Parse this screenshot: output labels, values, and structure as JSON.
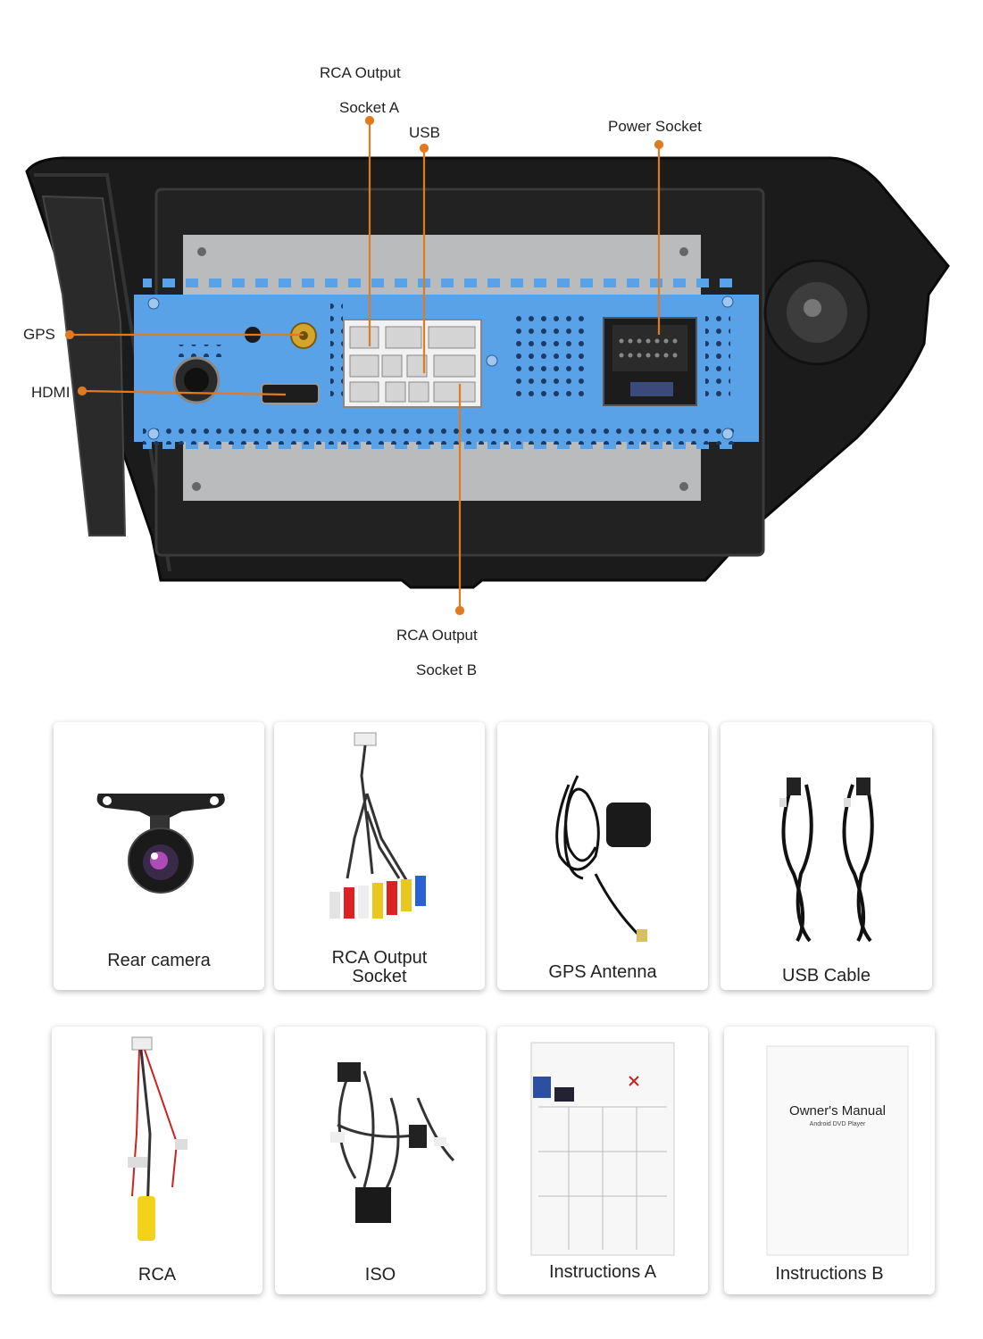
{
  "callouts": {
    "rca_a_line1": "RCA Output",
    "rca_a_line2": "Socket A",
    "usb": "USB",
    "power": "Power Socket",
    "gps": "GPS",
    "hdmi": "HDMI",
    "rca_b_line1": "RCA Output",
    "rca_b_line2": "Socket B"
  },
  "accessories": {
    "rear_camera": "Rear camera",
    "rca_output_line1": "RCA Output",
    "rca_output_line2": "Socket",
    "gps_antenna": "GPS Antenna",
    "usb_cable": "USB Cable",
    "rca": "RCA",
    "iso": "ISO",
    "instructions_a": "Instructions A",
    "instructions_b": "Instructions B"
  },
  "manual": {
    "title": "Owner's Manual",
    "subtitle": "Android DVD Player"
  },
  "colors": {
    "leader": "#e07a20",
    "panel_blue": "#5aa2e8",
    "housing": "#1a1a1a"
  }
}
